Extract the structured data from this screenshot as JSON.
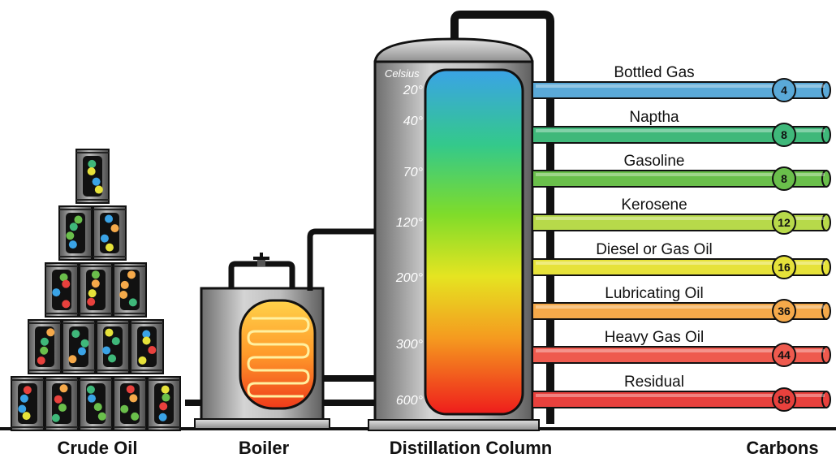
{
  "column": {
    "unit_label": "Celsius",
    "temperatures": [
      "20°",
      "40°",
      "70°",
      "120°",
      "200°",
      "300°",
      "600°"
    ]
  },
  "fractions": [
    {
      "name": "Bottled Gas",
      "carbons": "4",
      "color": "#5aa9d8",
      "badge": "#5aa9d8"
    },
    {
      "name": "Naptha",
      "carbons": "8",
      "color": "#3fb87a",
      "badge": "#3fb87a"
    },
    {
      "name": "Gasoline",
      "carbons": "8",
      "color": "#6abf4b",
      "badge": "#6abf4b"
    },
    {
      "name": "Kerosene",
      "carbons": "12",
      "color": "#b7d94a",
      "badge": "#b7d94a"
    },
    {
      "name": "Diesel or Gas Oil",
      "carbons": "16",
      "color": "#e6e23a",
      "badge": "#e6e23a"
    },
    {
      "name": "Lubricating Oil",
      "carbons": "36",
      "color": "#f5a94a",
      "badge": "#f5a94a"
    },
    {
      "name": "Heavy Gas Oil",
      "carbons": "44",
      "color": "#ee5a4e",
      "badge": "#ee5a4e"
    },
    {
      "name": "Residual",
      "carbons": "88",
      "color": "#e8413d",
      "badge": "#e8413d"
    }
  ],
  "labels": {
    "crude_oil": "Crude Oil",
    "boiler": "Boiler",
    "distillation_column": "Distillation Column",
    "carbons": "Carbons"
  },
  "colors": {
    "steel_dark": "#5c5c5c",
    "steel_light": "#c9c9c9",
    "outline": "#111111"
  }
}
